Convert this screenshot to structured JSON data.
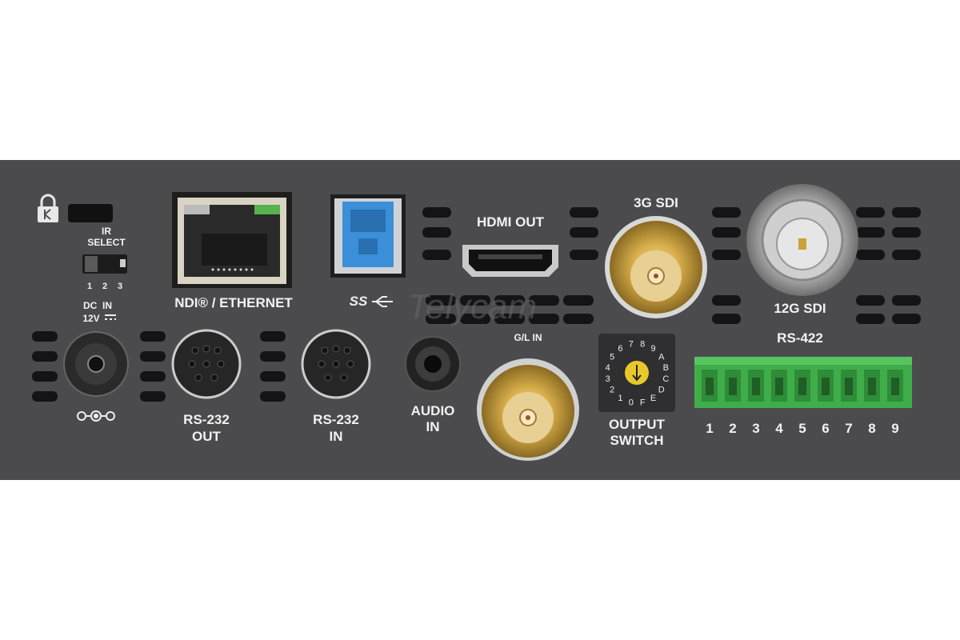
{
  "panel": {
    "ir_label": "IR",
    "select_label": "SELECT",
    "ir_positions": [
      "1",
      "2",
      "3"
    ],
    "dc_in_label": "DC  IN",
    "dc_voltage_label": "12V",
    "ethernet_label": "NDI® / ETHERNET",
    "usb_label": "SS",
    "hdmi_label": "HDMI OUT",
    "sdi3g_label": "3G SDI",
    "sdi12g_label": "12G SDI",
    "rs232_out_label": [
      "RS-232",
      "OUT"
    ],
    "rs232_in_label": [
      "RS-232",
      "IN"
    ],
    "audio_in_label": [
      "AUDIO",
      "IN"
    ],
    "gl_in_label": "G/L IN",
    "output_switch_label": [
      "OUTPUT",
      "SWITCH"
    ],
    "rotary_digits": [
      "0",
      "1",
      "2",
      "3",
      "4",
      "5",
      "6",
      "7",
      "8",
      "9",
      "A",
      "B",
      "C",
      "D",
      "E",
      "F"
    ],
    "rs422_label": "RS-422",
    "rs422_pins": [
      "1",
      "2",
      "3",
      "4",
      "5",
      "6",
      "7",
      "8",
      "9"
    ],
    "watermark": "Telycam"
  },
  "colors": {
    "panel": "#4b4b4d",
    "usb_blue": "#3b8fd9",
    "terminal_green": "#3fae4a",
    "gold": "#c9a23c"
  }
}
